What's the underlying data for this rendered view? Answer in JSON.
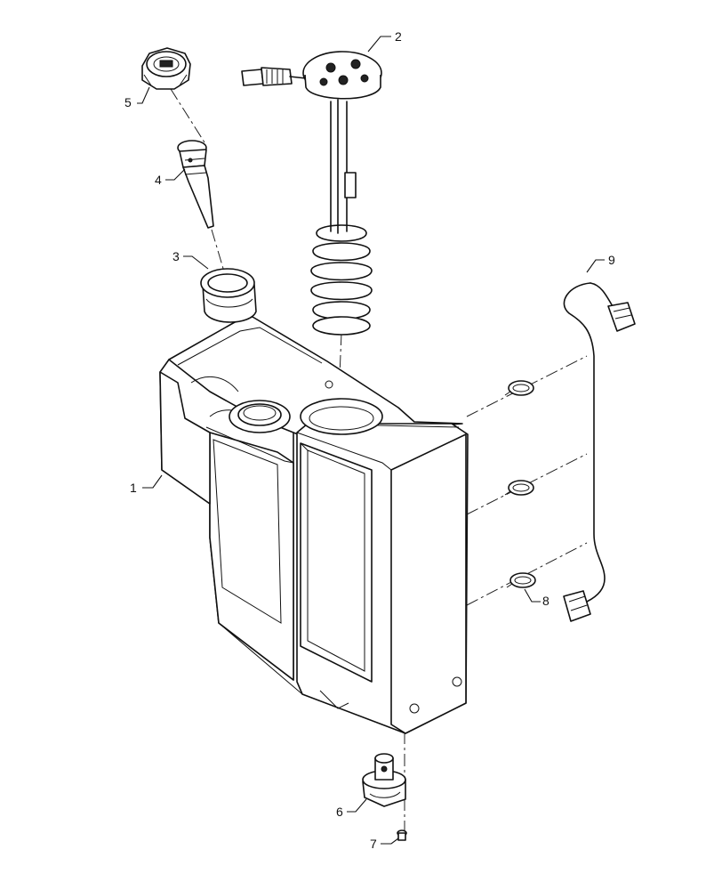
{
  "callouts": [
    {
      "id": "1",
      "label": "1"
    },
    {
      "id": "2",
      "label": "2"
    },
    {
      "id": "3",
      "label": "3"
    },
    {
      "id": "4",
      "label": "4"
    },
    {
      "id": "5",
      "label": "5"
    },
    {
      "id": "6",
      "label": "6"
    },
    {
      "id": "7",
      "label": "7"
    },
    {
      "id": "8",
      "label": "8"
    },
    {
      "id": "9",
      "label": "9"
    }
  ]
}
